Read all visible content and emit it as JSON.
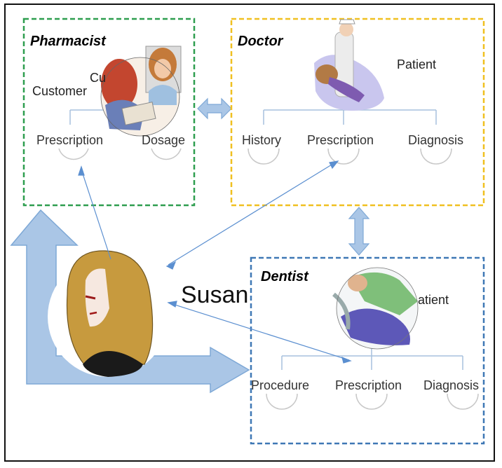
{
  "boxes": {
    "pharmacist": {
      "title": "Pharmacist",
      "role_label": "Customer",
      "role_label_partial": "Cu",
      "children": [
        "Prescription",
        "Dosage"
      ],
      "color": "#2e9e4f"
    },
    "doctor": {
      "title": "Doctor",
      "role_label": "Patient",
      "children": [
        "History",
        "Prescription",
        "Diagnosis"
      ],
      "color": "#f0c020"
    },
    "dentist": {
      "title": "Dentist",
      "role_label": "atient",
      "children": [
        "Procedure",
        "Prescription",
        "Diagnosis"
      ],
      "color": "#3f78b5"
    }
  },
  "person": {
    "name": "Susan"
  },
  "colors": {
    "arrow_fill": "#aac6e6",
    "arrow_stroke": "#7ea8d6",
    "link_line": "#5b8fd0",
    "tree_line": "#a7c1dd"
  },
  "icons": [
    "pharmacist-scene-icon",
    "doctor-patient-icon",
    "dentist-scene-icon",
    "susan-portrait-icon"
  ]
}
